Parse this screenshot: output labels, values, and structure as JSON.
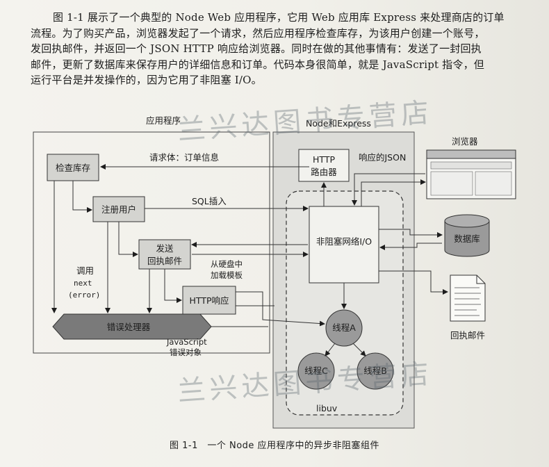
{
  "paragraph": {
    "lines": [
      "图 1-1 展示了一个典型的 Node Web 应用程序，它用 Web 应用库 Express 来处理商店的订单",
      "流程。为了购买产品，浏览器发起了一个请求，然后应用程序检查库存，为该用户创建一个账号，",
      "发回执邮件，并返回一个 JSON HTTP 响应给浏览器。同时在做的其他事情有：发送了一封回执",
      "邮件，更新了数据库来保存用户的详细信息和订单。代码本身很简单，就是 JavaScript 指令，但",
      "运行平台是并发操作的，因为它用了非阻塞 I/O。"
    ]
  },
  "diagram": {
    "app_label": "应用程序",
    "request_body_label": "请求体：订单信息",
    "check_stock": "检查库存",
    "register_user": "注册用户",
    "sql_insert": "SQL插入",
    "send_receipt_line1": "发送",
    "send_receipt_line2": "回执邮件",
    "call_line1": "调用",
    "call_line2": "next",
    "call_line3": "(error)",
    "load_template_line1": "从硬盘中",
    "load_template_line2": "加载模板",
    "http_response": "HTTP响应",
    "error_handler": "错误处理器",
    "js_error_line1": "JavaScript",
    "js_error_line2": "错误对象",
    "node_express": "Node和Express",
    "http_router_line1": "HTTP",
    "http_router_line2": "路由器",
    "json_response": "响应的JSON",
    "browser": "浏览器",
    "nonblocking_io": "非阻塞网络I/O",
    "database": "数据库",
    "thread_a": "线程A",
    "thread_b": "线程B",
    "thread_c": "线程C",
    "libuv": "libuv",
    "receipt_email": "回执邮件"
  },
  "caption": "图 1-1　一个 Node 应用程序中的异步非阻塞组件",
  "watermark": "兰兴达图书专营店"
}
